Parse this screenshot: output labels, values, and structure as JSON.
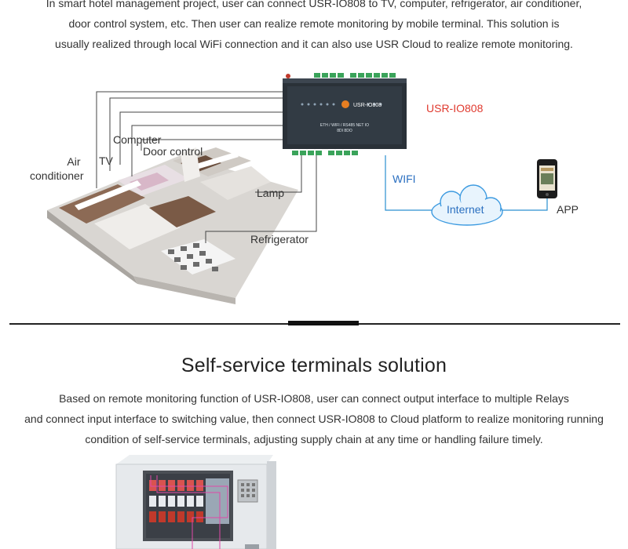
{
  "intro": {
    "lines": [
      "In smart hotel management project, user can connect USR-IO808 to TV, computer, refrigerator, air conditioner,",
      "door control system, etc. Then user can realize remote monitoring by mobile terminal. This solution is",
      "usually realized through local WiFi connection and it can also use USR Cloud to realize remote monitoring."
    ]
  },
  "diagram": {
    "device_name": "USR-IO808",
    "device_brand": "USR-IO808",
    "device_caption": "ETH / WIFI / RS485 NET IO",
    "device_sub": "8DI 8DO",
    "labels": {
      "air": "Air\nconditioner",
      "tv": "TV",
      "computer": "Computer",
      "door": "Door control",
      "lamp": "Lamp",
      "fridge": "Refrigerator",
      "wifi": "WIFI",
      "internet": "Internet",
      "app": "APP"
    }
  },
  "section": {
    "title": "Self-service terminals solution",
    "lines": [
      "Based on remote monitoring function of USR-IO808, user can connect output interface to multiple Relays",
      "and connect input interface to switching value, then connect USR-IO808 to Cloud platform to realize monitoring running",
      "condition of self-service terminals, adjusting supply chain at any time or handling failure timely."
    ]
  }
}
